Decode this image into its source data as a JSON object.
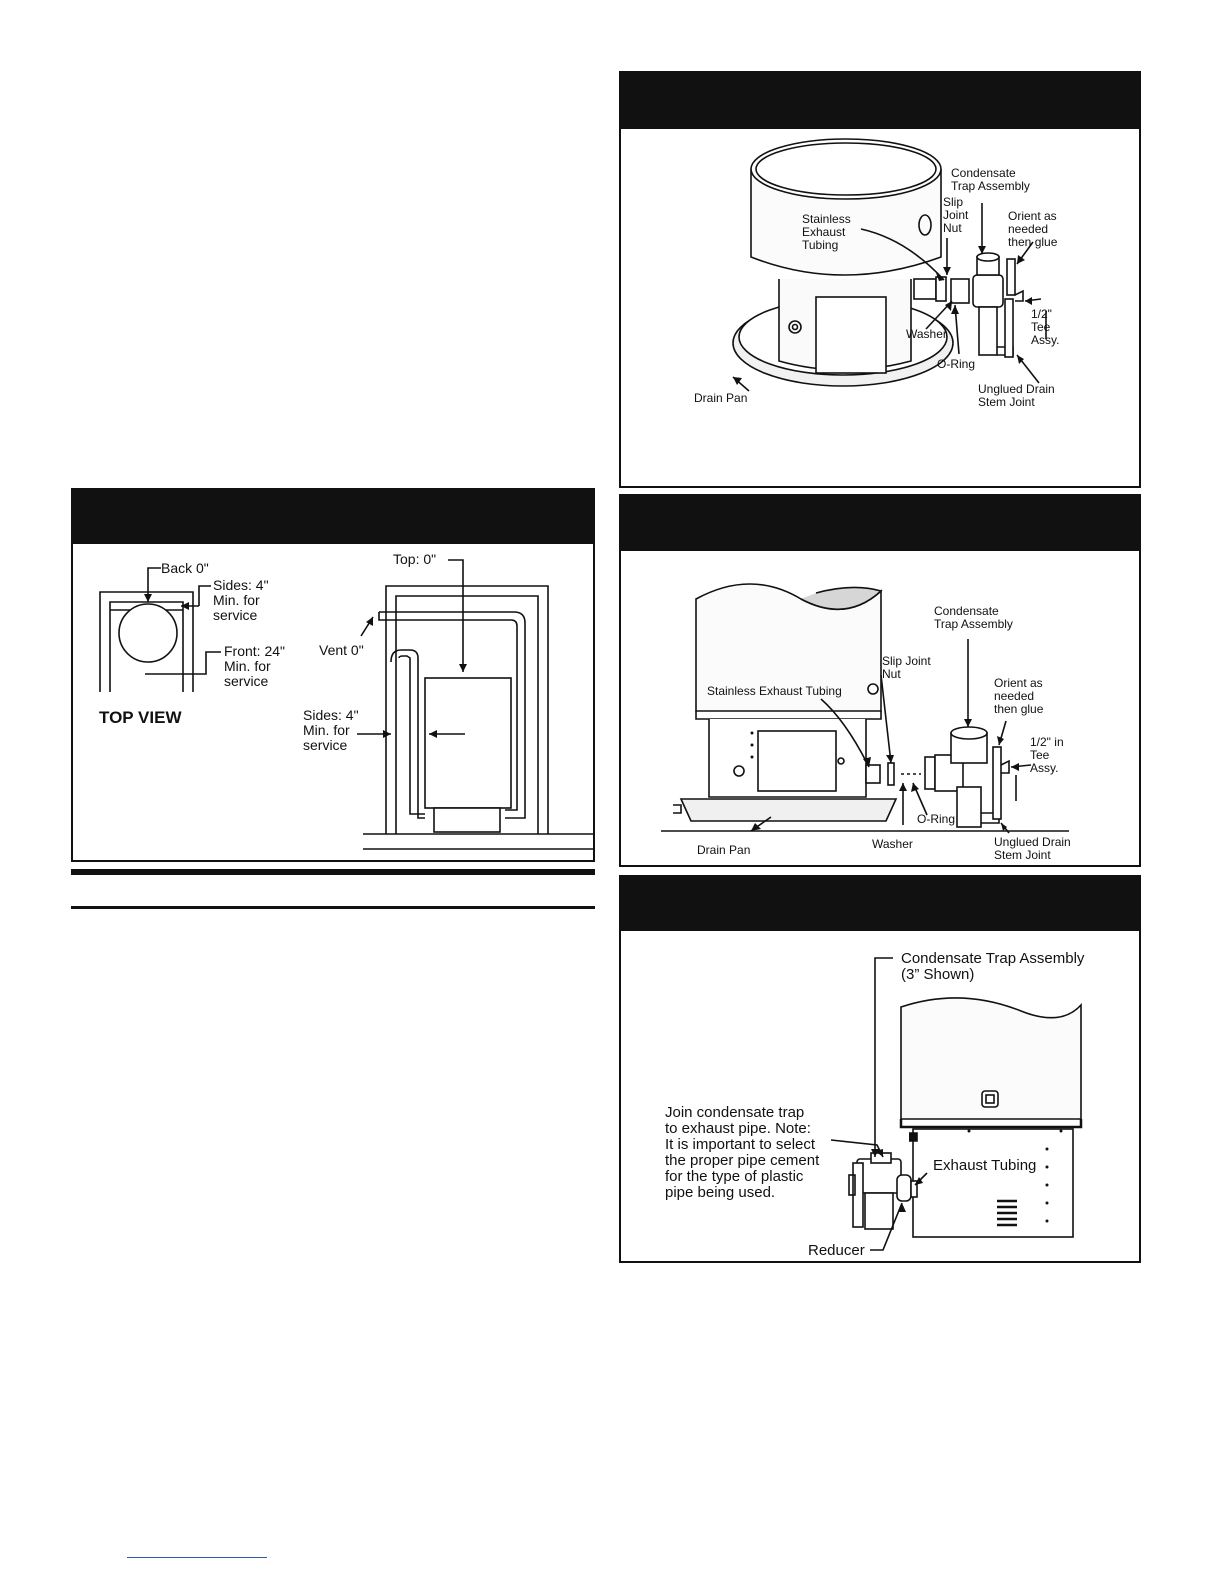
{
  "figures": {
    "trap_round": {
      "labels": {
        "condensate_trap": [
          "Condensate",
          "Trap Assembly"
        ],
        "slip_joint_nut": [
          "Slip",
          "Joint",
          "Nut"
        ],
        "stainless_exhaust": [
          "Stainless",
          "Exhaust",
          "Tubing"
        ],
        "orient": [
          "Orient as",
          "needed",
          "then glue"
        ],
        "tee": [
          "1/2\"",
          "Tee",
          "Assy."
        ],
        "washer": "Washer",
        "o_ring": "O-Ring",
        "drain_pan": "Drain Pan",
        "unglued": [
          "Unglued Drain",
          "Stem Joint"
        ]
      }
    },
    "clearances": {
      "labels": {
        "back": "Back 0\"",
        "sides_top": [
          "Sides: 4\"",
          "Min. for",
          "service"
        ],
        "front": [
          "Front: 24\"",
          "Min. for",
          "service"
        ],
        "top_view": "TOP VIEW",
        "top": "Top:  0\"",
        "vent": "Vent 0\"",
        "sides_front": [
          "Sides: 4\"",
          "Min. for",
          "service"
        ]
      }
    },
    "trap_wave": {
      "labels": {
        "condensate_trap": [
          "Condensate",
          "Trap Assembly"
        ],
        "slip_joint_nut": [
          "Slip Joint",
          "Nut"
        ],
        "stainless_exhaust": "Stainless Exhaust Tubing",
        "orient": [
          "Orient as",
          "needed",
          "then glue"
        ],
        "tee": [
          "1/2\" in",
          "Tee",
          "Assy."
        ],
        "o_ring": "O-Ring",
        "drain_pan": "Drain Pan",
        "washer": "Washer",
        "unglued": [
          "Unglued Drain",
          "Stem Joint"
        ]
      }
    },
    "trap_reducer": {
      "labels": {
        "condensate_trap": [
          "Condensate Trap Assembly",
          "(3” Shown)"
        ],
        "join": [
          "Join condensate trap",
          "to exhaust pipe. Note:",
          "It is important to select",
          "the proper pipe cement",
          "for the type of plastic",
          "pipe being used."
        ],
        "exhaust": "Exhaust Tubing",
        "reducer": "Reducer"
      }
    }
  }
}
